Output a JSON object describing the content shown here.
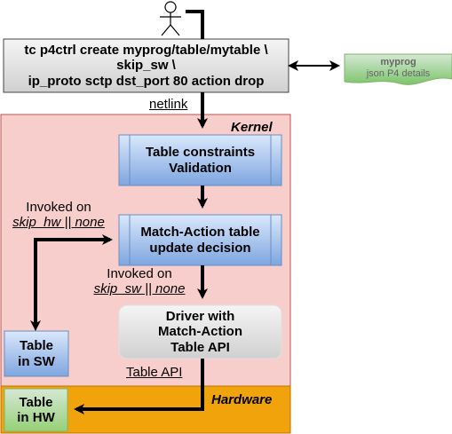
{
  "command_box": {
    "lines": [
      "tc p4ctrl create myprog/table/mytable \\",
      "skip_sw \\",
      "ip_proto sctp dst_port 80 action drop"
    ]
  },
  "doc_note": {
    "title": "myprog",
    "subtitle": "json P4 details"
  },
  "labels": {
    "netlink": "netlink",
    "kernel": "Kernel",
    "hardware": "Hardware",
    "table_api": "Table API",
    "invoked_hw_line1": "Invoked on",
    "invoked_hw_line2": "skip_hw || none",
    "invoked_sw_line1": "Invoked on",
    "invoked_sw_line2": "skip_sw || none"
  },
  "nodes": {
    "constraints": [
      "Table constraints",
      "Validation"
    ],
    "match_action": [
      "Match-Action table",
      "update decision"
    ],
    "driver": [
      "Driver with",
      "Match-Action",
      "Table API"
    ],
    "table_sw": [
      "Table",
      "in SW"
    ],
    "table_hw": [
      "Table",
      "in HW"
    ]
  },
  "colors": {
    "kernel_fill": "#f8cecc",
    "kernel_stroke": "#b85450",
    "hardware_fill": "#f0a30a",
    "hardware_stroke": "#bd7000",
    "blue_top": "#dae8fc",
    "blue_bottom": "#7ea6e0",
    "green_top": "#d5e8d4",
    "green_bottom": "#97d077",
    "gray_top": "#f5f5f5",
    "gray_bottom": "#d0d0d0"
  }
}
